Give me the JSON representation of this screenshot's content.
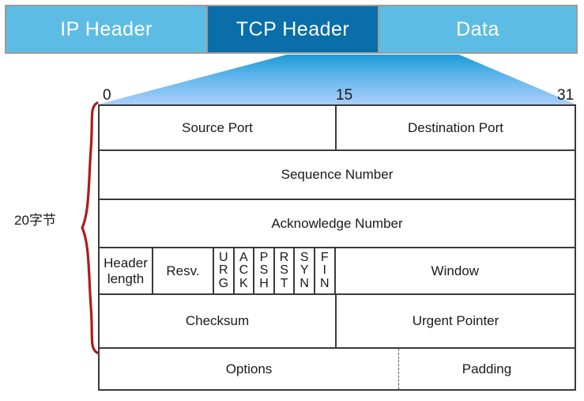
{
  "encapsulation_bar": {
    "segments": [
      {
        "name": "ip-header",
        "label": "IP Header",
        "color": "#5DBCE4",
        "highlighted": false
      },
      {
        "name": "tcp-header",
        "label": "TCP  Header",
        "color": "#0A6EAA",
        "highlighted": true
      },
      {
        "name": "data",
        "label": "Data",
        "color": "#5DBCE4",
        "highlighted": false
      }
    ],
    "frame_color": "#9b9b9b"
  },
  "funnel": {
    "name": "zoom-funnel",
    "gradient_top": "#1C9AD6",
    "gradient_bottom": "#A9CEFB"
  },
  "bit_ruler": {
    "ticks": [
      "0",
      "15",
      "31"
    ]
  },
  "brace": {
    "label": "20字节",
    "color": "#B01A1A"
  },
  "tcp_header": {
    "border_color": "#3a3a3a",
    "rows": [
      {
        "name": "ports-row",
        "cells": [
          {
            "name": "source-port-cell",
            "label": "Source Port"
          },
          {
            "name": "destination-port-cell",
            "label": "Destination Port"
          }
        ]
      },
      {
        "name": "sequence-row",
        "cells": [
          {
            "name": "sequence-number-cell",
            "label": "Sequence Number"
          }
        ]
      },
      {
        "name": "acknowledge-row",
        "cells": [
          {
            "name": "acknowledge-number-cell",
            "label": "Acknowledge Number"
          }
        ]
      },
      {
        "name": "flags-row",
        "cells": [
          {
            "name": "header-length-cell",
            "label": "Header length",
            "line1": "Header",
            "line2": "length"
          },
          {
            "name": "reserved-cell",
            "label": "Resv."
          },
          {
            "name": "flag-urg-cell",
            "label": "URG",
            "letters": [
              "U",
              "R",
              "G"
            ]
          },
          {
            "name": "flag-ack-cell",
            "label": "ACK",
            "letters": [
              "A",
              "C",
              "K"
            ]
          },
          {
            "name": "flag-psh-cell",
            "label": "PSH",
            "letters": [
              "P",
              "S",
              "H"
            ]
          },
          {
            "name": "flag-rst-cell",
            "label": "RST",
            "letters": [
              "R",
              "S",
              "T"
            ]
          },
          {
            "name": "flag-syn-cell",
            "label": "SYN",
            "letters": [
              "S",
              "Y",
              "N"
            ]
          },
          {
            "name": "flag-fin-cell",
            "label": "FIN",
            "letters": [
              "F",
              "I",
              "N"
            ]
          },
          {
            "name": "window-cell",
            "label": "Window"
          }
        ]
      },
      {
        "name": "checksum-row",
        "cells": [
          {
            "name": "checksum-cell",
            "label": "Checksum"
          },
          {
            "name": "urgent-pointer-cell",
            "label": "Urgent Pointer"
          }
        ]
      },
      {
        "name": "options-row",
        "cells": [
          {
            "name": "options-cell",
            "label": "Options"
          },
          {
            "name": "padding-cell",
            "label": "Padding"
          }
        ]
      }
    ]
  }
}
